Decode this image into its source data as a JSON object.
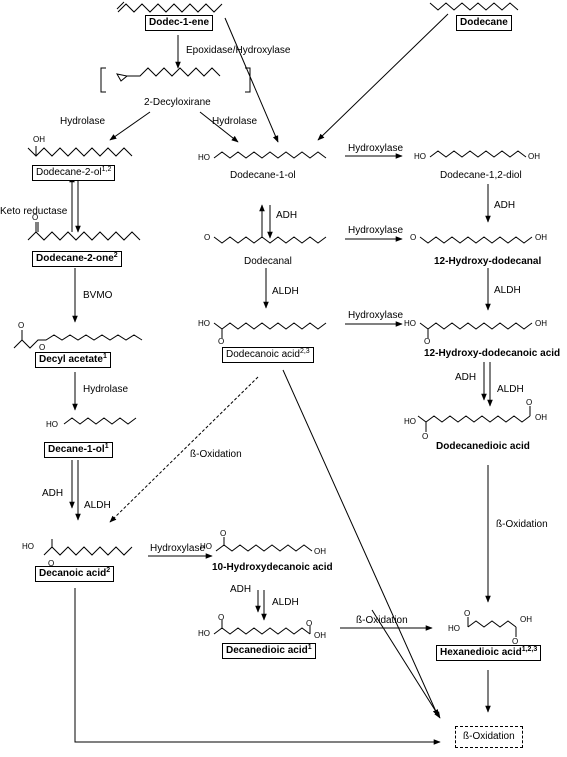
{
  "compounds": {
    "dodecene": {
      "name": "Dodec-1-ene"
    },
    "dodecane": {
      "name": "Dodecane"
    },
    "decyloxirane": {
      "name": "2-Decyloxirane"
    },
    "dodecan2ol": {
      "name": "Dodecane-2-ol",
      "sup": "1,2"
    },
    "dodecan1ol": {
      "name": "Dodecane-1-ol"
    },
    "dodecane12diol": {
      "name": "Dodecane-1,2-diol"
    },
    "dodecan2one": {
      "name": "Dodecane-2-one",
      "sup": "2"
    },
    "dodecanal": {
      "name": "Dodecanal"
    },
    "hydroxydodecanal": {
      "name": "12-Hydroxy-dodecanal"
    },
    "decylacetate": {
      "name": "Decyl acetate",
      "sup": "1"
    },
    "dodecanoicacid": {
      "name": "Dodecanoic acid",
      "sup": "2,3"
    },
    "hydroxydodecanoic": {
      "name": "12-Hydroxy-dodecanoic acid"
    },
    "decan1ol": {
      "name": "Decane-1-ol",
      "sup": "1"
    },
    "dodecanedioic": {
      "name": "Dodecanedioic acid"
    },
    "decanoicacid": {
      "name": "Decanoic acid",
      "sup": "2"
    },
    "hydroxydecanoic": {
      "name": "10-Hydroxydecanoic acid"
    },
    "decanedioic": {
      "name": "Decanedioic acid",
      "sup": "1"
    },
    "hexanedioic": {
      "name": "Hexanedioic acid",
      "sup": "1,2,3"
    },
    "betaox_final": {
      "name": "ß-Oxidation"
    }
  },
  "enzymes": {
    "epox": "Epoxidase/Hydroxylase",
    "hydrolase_left": "Hydrolase",
    "hydrolase_right": "Hydrolase",
    "keto": "Keto reductase",
    "bvmo": "BVMO",
    "hydrolase_acetate": "Hydrolase",
    "hydroxylase1": "Hydroxylase",
    "hydroxylase2": "Hydroxylase",
    "hydroxylase3": "Hydroxylase",
    "hydroxylase4": "Hydroxylase",
    "adh1": "ADH",
    "adh2": "ADH",
    "aldh1": "ALDH",
    "aldh2": "ALDH",
    "adh3": "ADH",
    "aldh3": "ALDH",
    "adh4": "ADH",
    "aldh4": "ALDH",
    "adh5": "ADH",
    "aldh5": "ALDH",
    "betaox1": "ß-Oxidation",
    "betaox2": "ß-Oxidation",
    "betaox3": "ß-Oxidation"
  },
  "atoms": {
    "oh": "OH",
    "ho": "HO",
    "o": "O"
  }
}
